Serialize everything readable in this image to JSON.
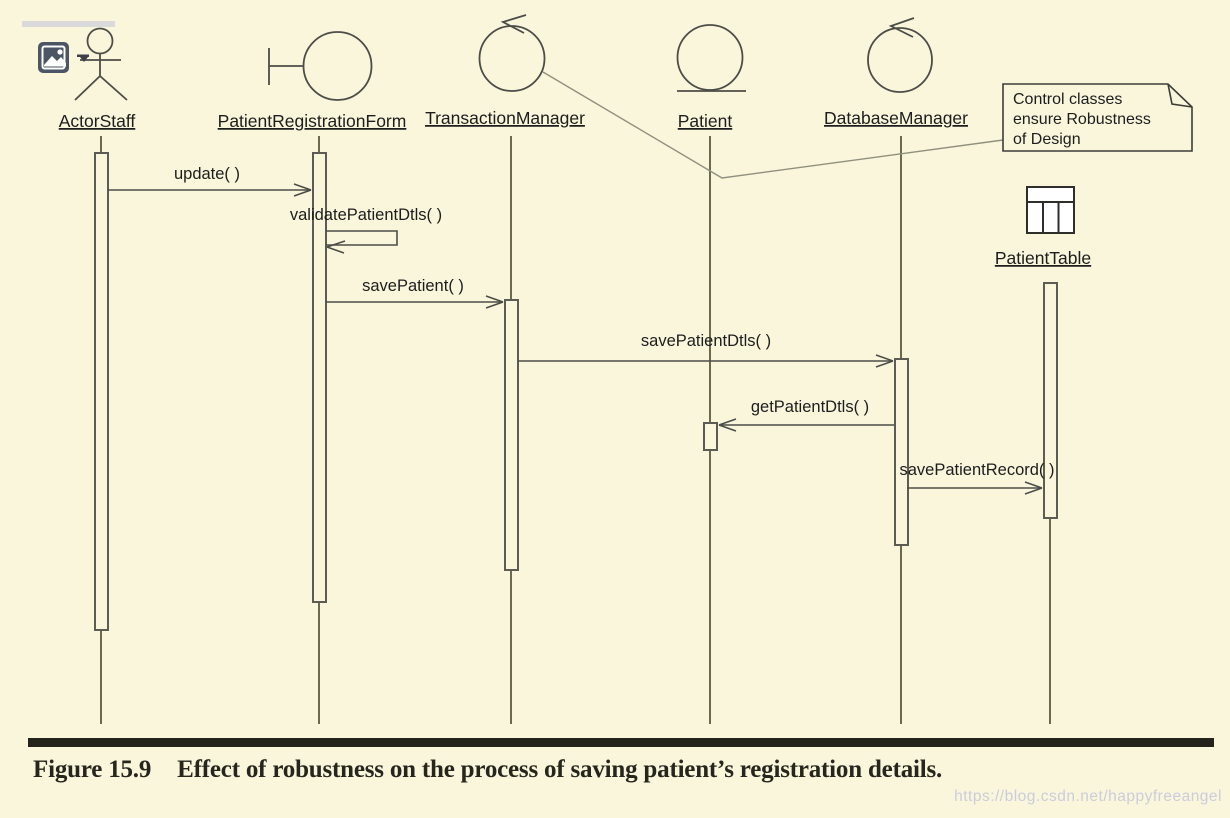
{
  "participants": [
    {
      "label": "ActorStaff",
      "type": "actor"
    },
    {
      "label": "PatientRegistrationForm",
      "type": "boundary"
    },
    {
      "label": "TransactionManager",
      "type": "control"
    },
    {
      "label": "Patient",
      "type": "entity"
    },
    {
      "label": "DatabaseManager",
      "type": "control"
    },
    {
      "label": "PatientTable",
      "type": "table"
    }
  ],
  "messages": [
    {
      "label": "update( )",
      "from": "ActorStaff",
      "to": "PatientRegistrationForm"
    },
    {
      "label": "validatePatientDtls( )",
      "from": "PatientRegistrationForm",
      "to": "PatientRegistrationForm"
    },
    {
      "label": "savePatient( )",
      "from": "PatientRegistrationForm",
      "to": "TransactionManager"
    },
    {
      "label": "savePatientDtls( )",
      "from": "TransactionManager",
      "to": "DatabaseManager"
    },
    {
      "label": "getPatientDtls( )",
      "from": "DatabaseManager",
      "to": "Patient"
    },
    {
      "label": "savePatientRecord( )",
      "from": "DatabaseManager",
      "to": "PatientTable"
    }
  ],
  "note": {
    "line1": "Control classes",
    "line2": "ensure Robustness",
    "line3": "of Design"
  },
  "caption": {
    "figure_label": "Figure 15.9",
    "text": "Effect of robustness on the process of saving patient’s registration details."
  },
  "watermark": "https://blog.csdn.net/happyfreeangel",
  "colors": {
    "background": "#f9f6dc",
    "line": "#4d4d48",
    "lifeline": "#6a6a4e",
    "rule": "#23231c",
    "watermark": "#ccccdb",
    "broken_image_icon": "#4b5563"
  }
}
